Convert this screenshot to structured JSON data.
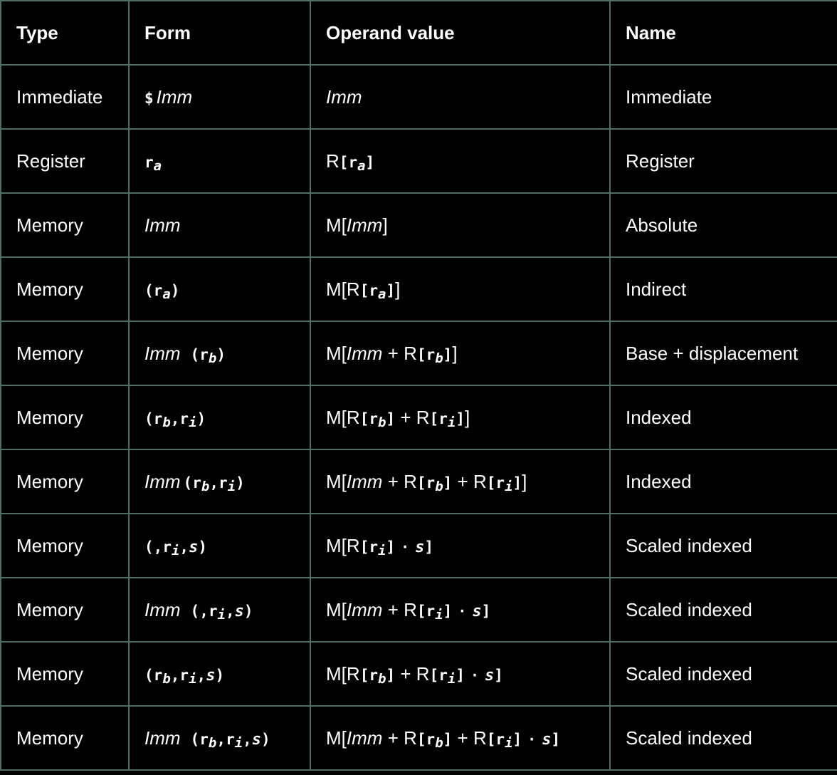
{
  "table": {
    "headers": [
      "Type",
      "Form",
      "Operand value",
      "Name"
    ],
    "rows": [
      {
        "type": "Immediate",
        "name": "Immediate"
      },
      {
        "type": "Register",
        "name": "Register"
      },
      {
        "type": "Memory",
        "name": "Absolute"
      },
      {
        "type": "Memory",
        "name": "Indirect"
      },
      {
        "type": "Memory",
        "name": "Base + displacement"
      },
      {
        "type": "Memory",
        "name": "Indexed"
      },
      {
        "type": "Memory",
        "name": "Indexed"
      },
      {
        "type": "Memory",
        "name": "Scaled indexed"
      },
      {
        "type": "Memory",
        "name": "Scaled indexed"
      },
      {
        "type": "Memory",
        "name": "Scaled indexed"
      },
      {
        "type": "Memory",
        "name": "Scaled indexed"
      }
    ]
  },
  "symbols": {
    "imm": "Imm",
    "dollar": "$",
    "reg": "r",
    "sub_a": "a",
    "sub_b": "b",
    "sub_i": "i",
    "scale": "s",
    "lparen": "(",
    "rparen": ")",
    "comma": ",",
    "R": "R",
    "M": "M",
    "lbracket": "[",
    "rbracket": "]",
    "plus": "+",
    "dot": "·"
  },
  "colors": {
    "background": "#000000",
    "text": "#ffffff",
    "grid": "#4f6f62"
  }
}
